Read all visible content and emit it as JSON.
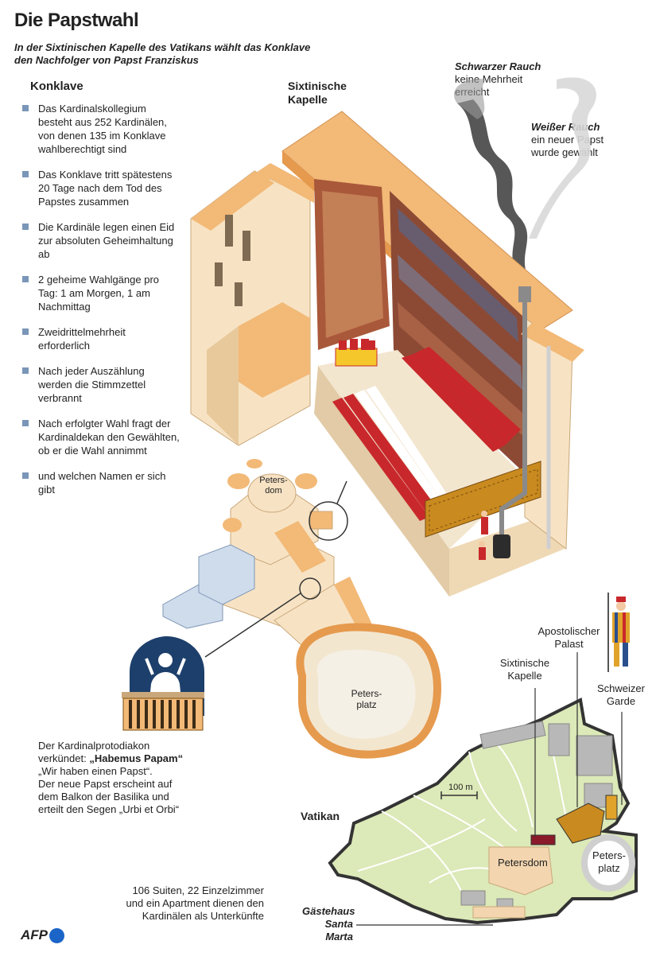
{
  "title": "Die Papstwahl",
  "subtitle": "In der Sixtinischen Kapelle des Vatikans wählt das Konklave den Nachfolger von Papst Franziskus",
  "konklave": {
    "heading": "Konklave",
    "items": [
      "Das Kardinalskollegium besteht aus 252 Kardinälen, von denen 135 im Konklave wahlberechtigt sind",
      "Das Konklave tritt spätestens 20 Tage nach dem Tod des Papstes zusammen",
      "Die Kardinäle legen einen Eid zur absoluten Geheimhaltung ab",
      "2 geheime Wahlgänge pro Tag: 1 am Morgen, 1 am Nachmittag",
      "Zweidrittelmehrheit erforderlich",
      "Nach jeder Auszählung werden die Stimmzettel verbrannt",
      "Nach erfolgter Wahl fragt der Kardinaldekan den Gewählten, ob er die Wahl annimmt",
      "und welchen Namen er sich gibt"
    ]
  },
  "chapel": {
    "label_line1": "Sixtinische",
    "label_line2": "Kapelle"
  },
  "smoke": {
    "black_title": "Schwarzer Rauch",
    "black_text_line1": "keine Mehrheit",
    "black_text_line2": "erreicht",
    "white_title": "Weißer Rauch",
    "white_text_line1": "ein neuer Papst",
    "white_text_line2": "wurde gewählt"
  },
  "petersdom_iso": {
    "line1": "Peters-",
    "line2": "dom"
  },
  "petersplatz_iso": {
    "line1": "Peters-",
    "line2": "platz"
  },
  "announcement": {
    "line1": "Der Kardinalprotodiakon",
    "line2_prefix": "verkündet: ",
    "line2_bold": "„Habemus Papam“",
    "line3": "„Wir haben einen Papst“.",
    "line4": "Der neue Papst erscheint auf",
    "line5": "dem Balkon der Basilika und",
    "line6": "erteilt den Segen „Urbi et Orbi“"
  },
  "map": {
    "vatikan": "Vatikan",
    "scale": "100 m",
    "sixtinische_line1": "Sixtinische",
    "sixtinische_line2": "Kapelle",
    "palast_line1": "Apostolischer",
    "palast_line2": "Palast",
    "garde_line1": "Schweizer",
    "garde_line2": "Garde",
    "petersdom": "Petersdom",
    "petersplatz_line1": "Peters-",
    "petersplatz_line2": "platz",
    "gaestehaus_line1": "Gästehaus",
    "gaestehaus_line2": "Santa Marta"
  },
  "accommodation": {
    "line1": "106 Suiten, 22 Einzelzimmer",
    "line2": "und ein Apartment dienen den",
    "line3": "Kardinälen als Unterkünfte"
  },
  "logo": "AFP",
  "colors": {
    "roof": "#f2b977",
    "wall": "#f7e3c4",
    "wall_dark": "#e8c99c",
    "cardinal_red": "#c8282c",
    "fresco": "#a9583a",
    "map_green": "#dce9b8",
    "map_path": "#ffffff",
    "map_border": "#333333",
    "building_blue": "#cfdcec",
    "bullet": "#7a96b8",
    "logo_blue": "#1b64c8"
  }
}
